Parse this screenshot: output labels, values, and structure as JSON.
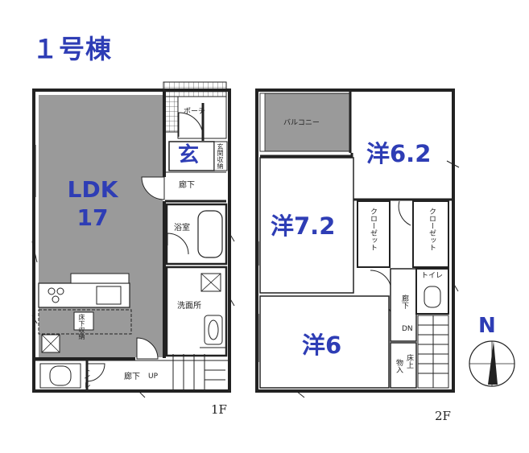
{
  "title": "１号棟",
  "floor1": {
    "label": "1F",
    "ldk": "LDK",
    "ldk_size": "17",
    "genkan": "玄",
    "porch": "ポーチ",
    "genkan_storage": "玄関収納",
    "hall": "廊下",
    "bath": "浴室",
    "washroom": "洗面所",
    "toilet": "トイレ",
    "hall_up": "廊下",
    "up": "UP",
    "floor_storage": "床下収納"
  },
  "floor2": {
    "label": "2F",
    "balcony": "バルコニー",
    "room_a": "洋6.2",
    "room_b": "洋7.2",
    "room_c": "洋6",
    "closet_1": "クローゼット",
    "closet_2": "クローゼット",
    "toilet": "トイレ",
    "hall": "廊下",
    "dn": "DN",
    "storage": "物入",
    "floor_storage": "床上"
  },
  "compass": {
    "label": "N"
  }
}
